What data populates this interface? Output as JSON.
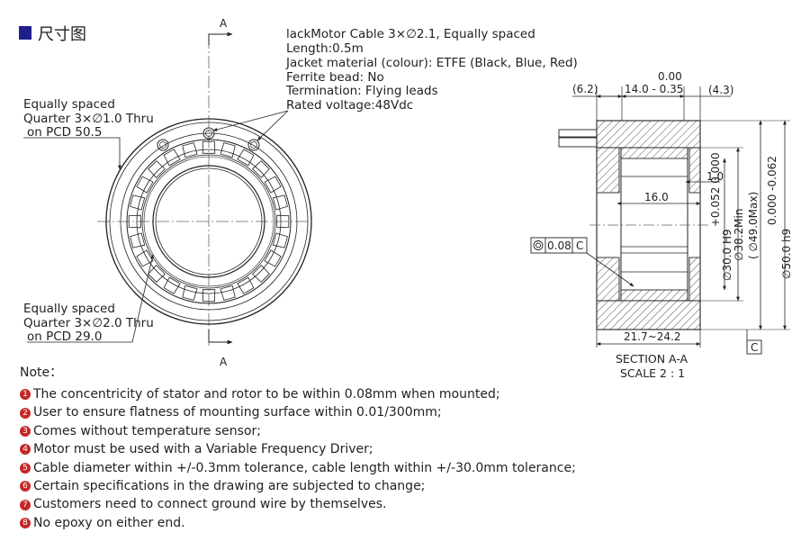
{
  "header": {
    "title": "尺寸图",
    "square_color": "#1f1f8c"
  },
  "front_view": {
    "section_mark_top": "A",
    "section_mark_bottom": "A",
    "cable_spec": [
      "lackMotor Cable 3×∅2.1, Equally spaced",
      "Length:0.5m",
      "Jacket material (colour): ETFE (Black, Blue, Red)",
      "Ferrite bead: No",
      "Termination: Flying leads",
      "Rated voltage:48Vdc"
    ],
    "callout_thru_1": [
      "Equally spaced",
      "Quarter 3×∅1.0 Thru",
      "on PCD 50.5"
    ],
    "callout_thru_2": [
      "Equally spaced",
      "Quarter 3×∅2.0 Thru",
      "on PCD 29.0"
    ]
  },
  "section_view": {
    "dims": {
      "left_step": "(6.2)",
      "tol_upper": "0.00",
      "nominal": "14.0 - 0.35",
      "right_step": "(4.3)",
      "inner_gap": "1.0",
      "inner_length": "16.0",
      "bore": "∅30.0 H9",
      "bore_tol": "+0.052  0.000",
      "inner_min": "∅38.2Min",
      "inner_max": "( ∅49.0Max)",
      "outer": "∅50.0 h9",
      "outer_tol": "0.000  -0.062",
      "length_range": "21.7~24.2"
    },
    "concentricity_value": "0.08",
    "datum": "C",
    "datum_bottom": "C",
    "caption": [
      "SECTION A-A",
      "SCALE 2 : 1"
    ]
  },
  "notes": {
    "title": "Note：",
    "bullet_color": "#c62828",
    "items": [
      {
        "n": "1",
        "text": "The concentricity of stator and rotor to be within 0.08mm when mounted;"
      },
      {
        "n": "2",
        "text": "User to ensure flatness of mounting surface within 0.01/300mm;"
      },
      {
        "n": "3",
        "text": "Comes without temperature sensor;"
      },
      {
        "n": "4",
        "text": "Motor must be used with a Variable Frequency Driver;"
      },
      {
        "n": "5",
        "text": "Cable diameter within +/-0.3mm tolerance, cable length within +/-30.0mm tolerance;"
      },
      {
        "n": "6",
        "text": "Certain specifications in the drawing are subjected to change;"
      },
      {
        "n": "7",
        "text": "Customers need to connect ground wire by themselves."
      },
      {
        "n": "8",
        "text": "No epoxy on either end."
      }
    ]
  }
}
